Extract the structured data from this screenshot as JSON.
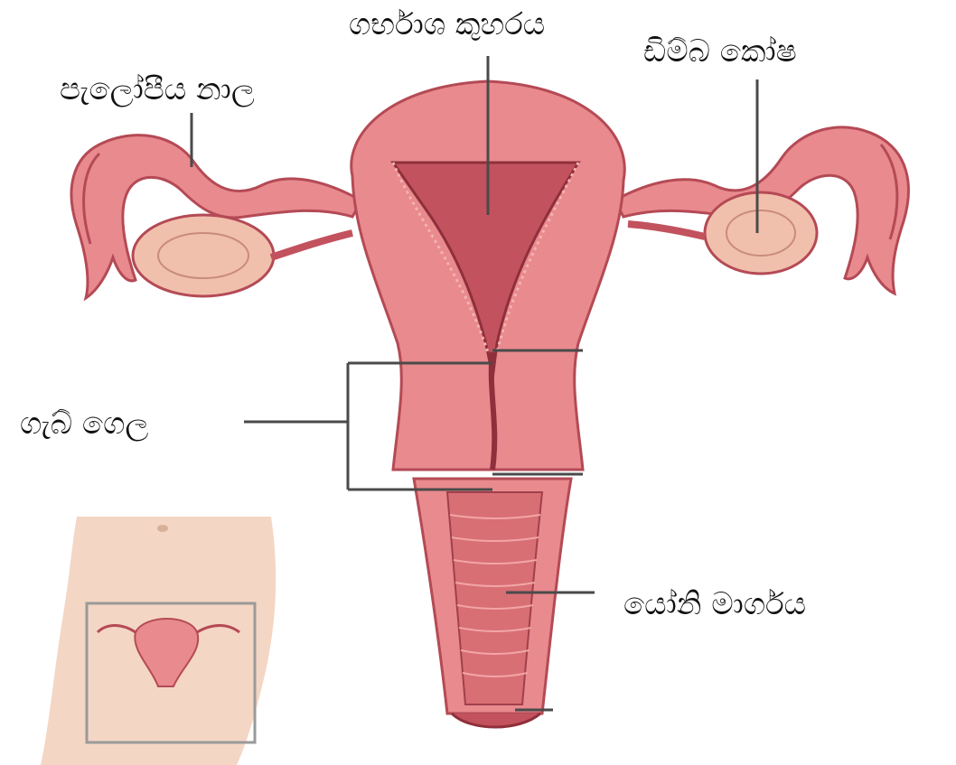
{
  "labels": {
    "uterine_cavity": "ගර්භාශ කුහරය",
    "ovary": "ඩිම්බ කෝෂ",
    "fallopian_tube": "පැලෝපීය නාල",
    "cervix": "ගැබ් ගෙල",
    "vagina": "යෝනි මාර්ගය"
  },
  "colors": {
    "tissue": "#e98a8e",
    "tissue_dark": "#c2525d",
    "tissue_light": "#f4b3b1",
    "ovary": "#f1c0ad",
    "skin": "#f4d6c4",
    "leader": "#4a4a4a"
  }
}
